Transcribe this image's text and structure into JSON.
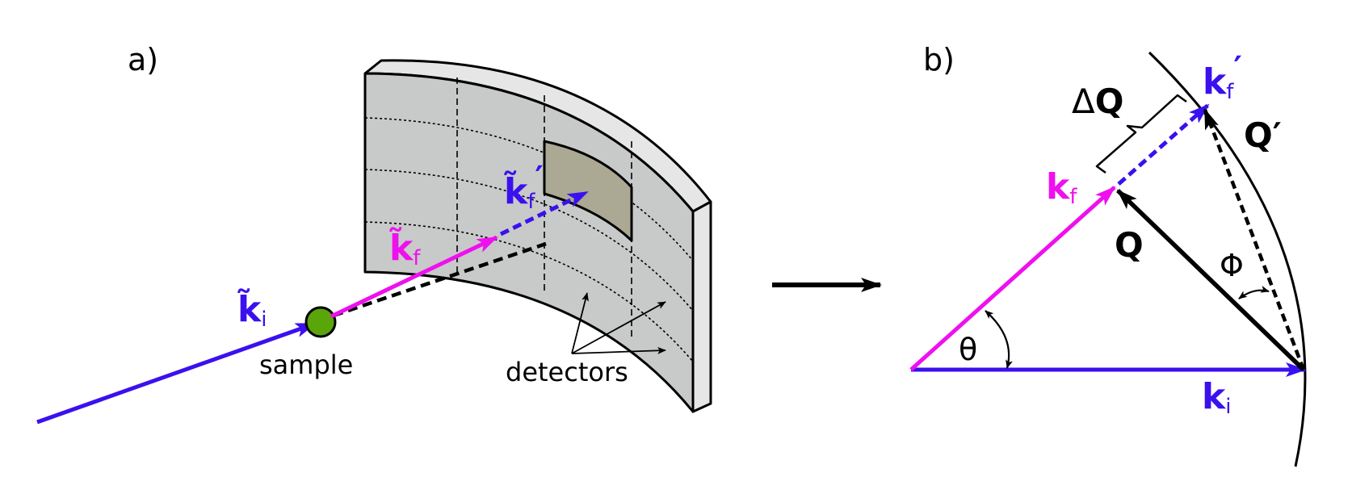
{
  "panel_a": {
    "label": "a)",
    "ki_label": "k̃",
    "ki_sub": "i",
    "kf_label": "k̃",
    "kf_sub": "f",
    "kfp_label": "k̃",
    "kfp_sub": "f",
    "kfp_prime": "′",
    "sample_label": "sample",
    "detectors_label": "detectors"
  },
  "panel_b": {
    "label": "b)",
    "dq_delta": "Δ",
    "dq_q": "Q",
    "kfp_label": "k",
    "kfp_sub": "f",
    "kfp_prime": "′",
    "qp_label": "Q′",
    "kf_label": "k",
    "kf_sub": "f",
    "q_label": "Q",
    "phi_label": "Φ",
    "theta_label": "θ",
    "ki_label": "k",
    "ki_sub": "i"
  },
  "colors": {
    "incident": "#3b10ee",
    "scattered": "#ee10ee",
    "black": "#000000",
    "panel_face": "#c8c9c9",
    "panel_side": "#e6e6e6",
    "highlight_cell": "#aba894",
    "sample": "#5aa50a"
  }
}
